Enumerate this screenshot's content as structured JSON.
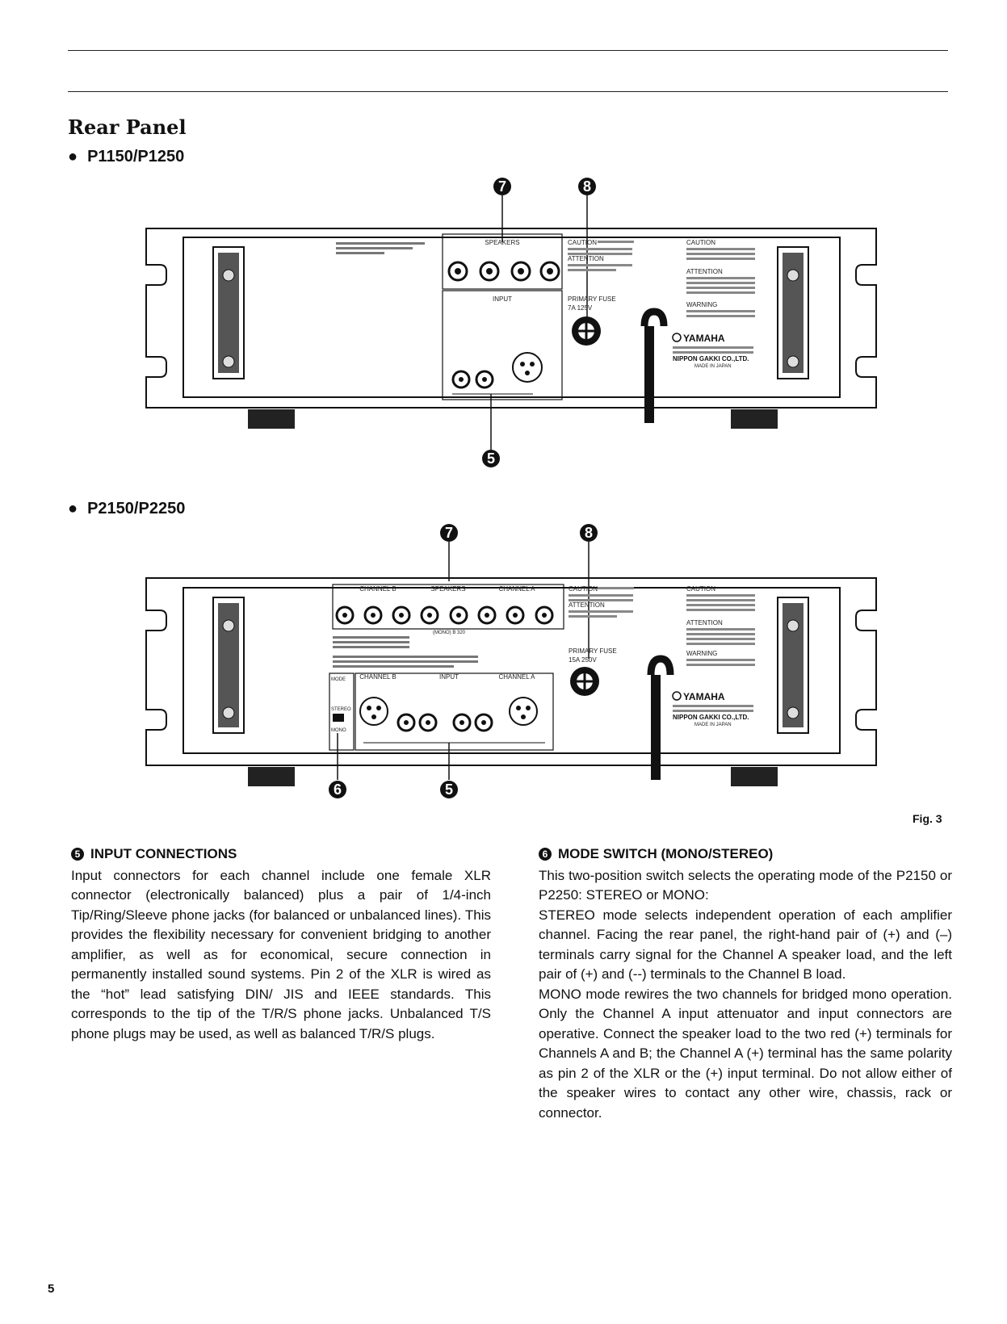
{
  "page": {
    "title": "Rear Panel",
    "page_number": "5",
    "fig_label": "Fig. 3"
  },
  "panel1": {
    "model": "P1150/P1250",
    "callouts": [
      "7",
      "8",
      "5"
    ],
    "speakers_label": "SPEAKERS",
    "input_label": "INPUT",
    "fuse_label": "PRIMARY FUSE",
    "fuse_value": "7A 125V",
    "caution_label": "CAUTION",
    "attention_label": "ATTENTION",
    "warning_label": "WARNING",
    "brand": "YAMAHA",
    "maker": "NIPPON GAKKI CO.,LTD.",
    "made_in": "MADE IN JAPAN"
  },
  "panel2": {
    "model": "P2150/P2250",
    "callouts": [
      "7",
      "8",
      "6",
      "5"
    ],
    "channel_b_label": "CHANNEL B",
    "channel_a_label": "CHANNEL A",
    "speakers_label": "SPEAKERS",
    "input_label": "INPUT",
    "mode_label": "MODE",
    "stereo_label": "STEREO",
    "mono_label": "MONO",
    "mono_bridge_label": "(MONO) B 320",
    "fuse_label": "PRIMARY FUSE",
    "fuse_value": "15A 250V",
    "caution_label": "CAUTION",
    "attention_label": "ATTENTION",
    "warning_label": "WARNING",
    "brand": "YAMAHA",
    "maker": "NIPPON GAKKI CO.,LTD.",
    "made_in": "MADE IN JAPAN"
  },
  "sections": {
    "input": {
      "number": "5",
      "heading": "INPUT CONNECTIONS",
      "body": "Input connectors for each channel include one female XLR connector (electronically balanced) plus a pair of 1/4-inch Tip/Ring/Sleeve phone jacks (for balanced or unbalanced lines). This provides the flexibility necessary for convenient bridging to another amplifier, as well as for economical, secure connection in permanently installed sound systems. Pin 2 of the XLR is wired as the “hot” lead satisfying DIN/ JIS and IEEE standards. This corresponds to the tip of the T/R/S phone jacks. Unbalanced T/S phone plugs may be used, as well as balanced T/R/S plugs."
    },
    "mode": {
      "number": "6",
      "heading": "MODE SWITCH (MONO/STEREO)",
      "p1": "This two-position switch selects the operating mode of the P2150 or P2250: STEREO or MONO:",
      "p2": "STEREO mode selects independent operation of each amplifier channel. Facing the rear panel, the right-hand pair of (+) and (–) terminals carry signal for the Channel A speaker load, and the left pair of (+) and (--) terminals to the Channel B load.",
      "p3": "MONO mode rewires the two channels for bridged mono operation. Only the Channel A input attenuator and input connectors are operative. Connect the speaker load to the two red (+) terminals for Channels A and B; the Channel A (+) terminal has the same polarity as pin 2 of the XLR or the (+) input terminal. Do not allow either of the speaker wires to contact any other wire, chassis, rack or connector."
    }
  }
}
